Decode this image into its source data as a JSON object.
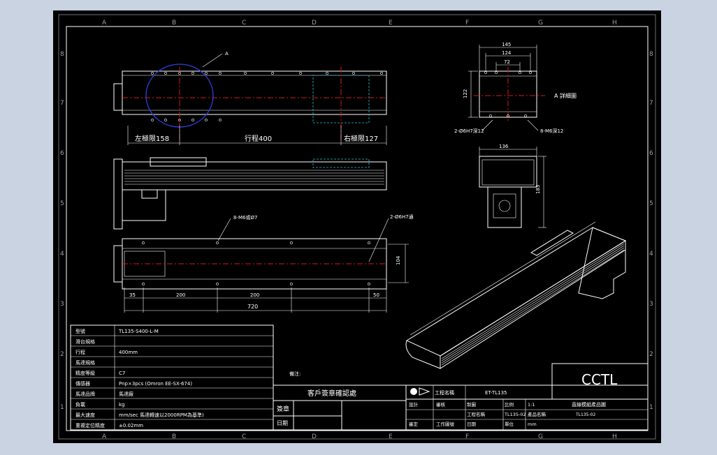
{
  "border": {
    "cols": [
      "A",
      "B",
      "C",
      "D",
      "E",
      "F",
      "G",
      "H"
    ],
    "rows": [
      "8",
      "7",
      "6",
      "5",
      "4",
      "3",
      "2",
      "1"
    ]
  },
  "front_view": {
    "detail_label": "A",
    "left_limit": "左極限158",
    "stroke": "行程400",
    "right_limit": "右極限127"
  },
  "end_view": {
    "dims": [
      "145",
      "124",
      "72"
    ],
    "height_dim": "122",
    "detail_note": "A 詳細圖",
    "hole_left": "2-Ø6H7深12",
    "hole_right": "8-M6深12"
  },
  "motor_view": {
    "width_dim": "136",
    "height_dim": "183"
  },
  "bottom_view": {
    "hole_note": "8-M6或Ø7",
    "pin_note": "2-Ø6H7通",
    "height_dim": "104",
    "dims": [
      "35",
      "200",
      "200",
      "50"
    ],
    "total": "720"
  },
  "notes_label": "備注:",
  "spec_table": {
    "rows": [
      {
        "k": "型號",
        "v": "TL135-S400-L-M"
      },
      {
        "k": "滑台規格",
        "v": ""
      },
      {
        "k": "行程",
        "v": "400mm"
      },
      {
        "k": "馬達規格",
        "v": ""
      },
      {
        "k": "精度等級",
        "v": "C7"
      },
      {
        "k": "傳感器",
        "v": "Pnp×3pcs (Omron EE-SX-674)"
      },
      {
        "k": "馬達品牌",
        "v": "馬達廠"
      },
      {
        "k": "負載",
        "v": "kg"
      },
      {
        "k": "最大速度",
        "v": "mm/sec  馬達轉速以2000RPM為基準)"
      },
      {
        "k": "重複定位精度",
        "v": "±0.02mm"
      }
    ]
  },
  "customer": {
    "title": "客戶簽章確認處",
    "sign": "簽章",
    "date": "日期"
  },
  "title_block": {
    "company_label": "工程名稱",
    "model": "ET-TL135",
    "cells": [
      "設計",
      "審核",
      "制圖",
      "比例",
      "1:1",
      "工程名稱",
      "產品名稱",
      "審定",
      "日期",
      "單位",
      "mm",
      "工作圖號",
      "TL135-02"
    ],
    "company": "CCTL",
    "product": "直線模組產品圖",
    "drawing_no": "TL135-02"
  }
}
